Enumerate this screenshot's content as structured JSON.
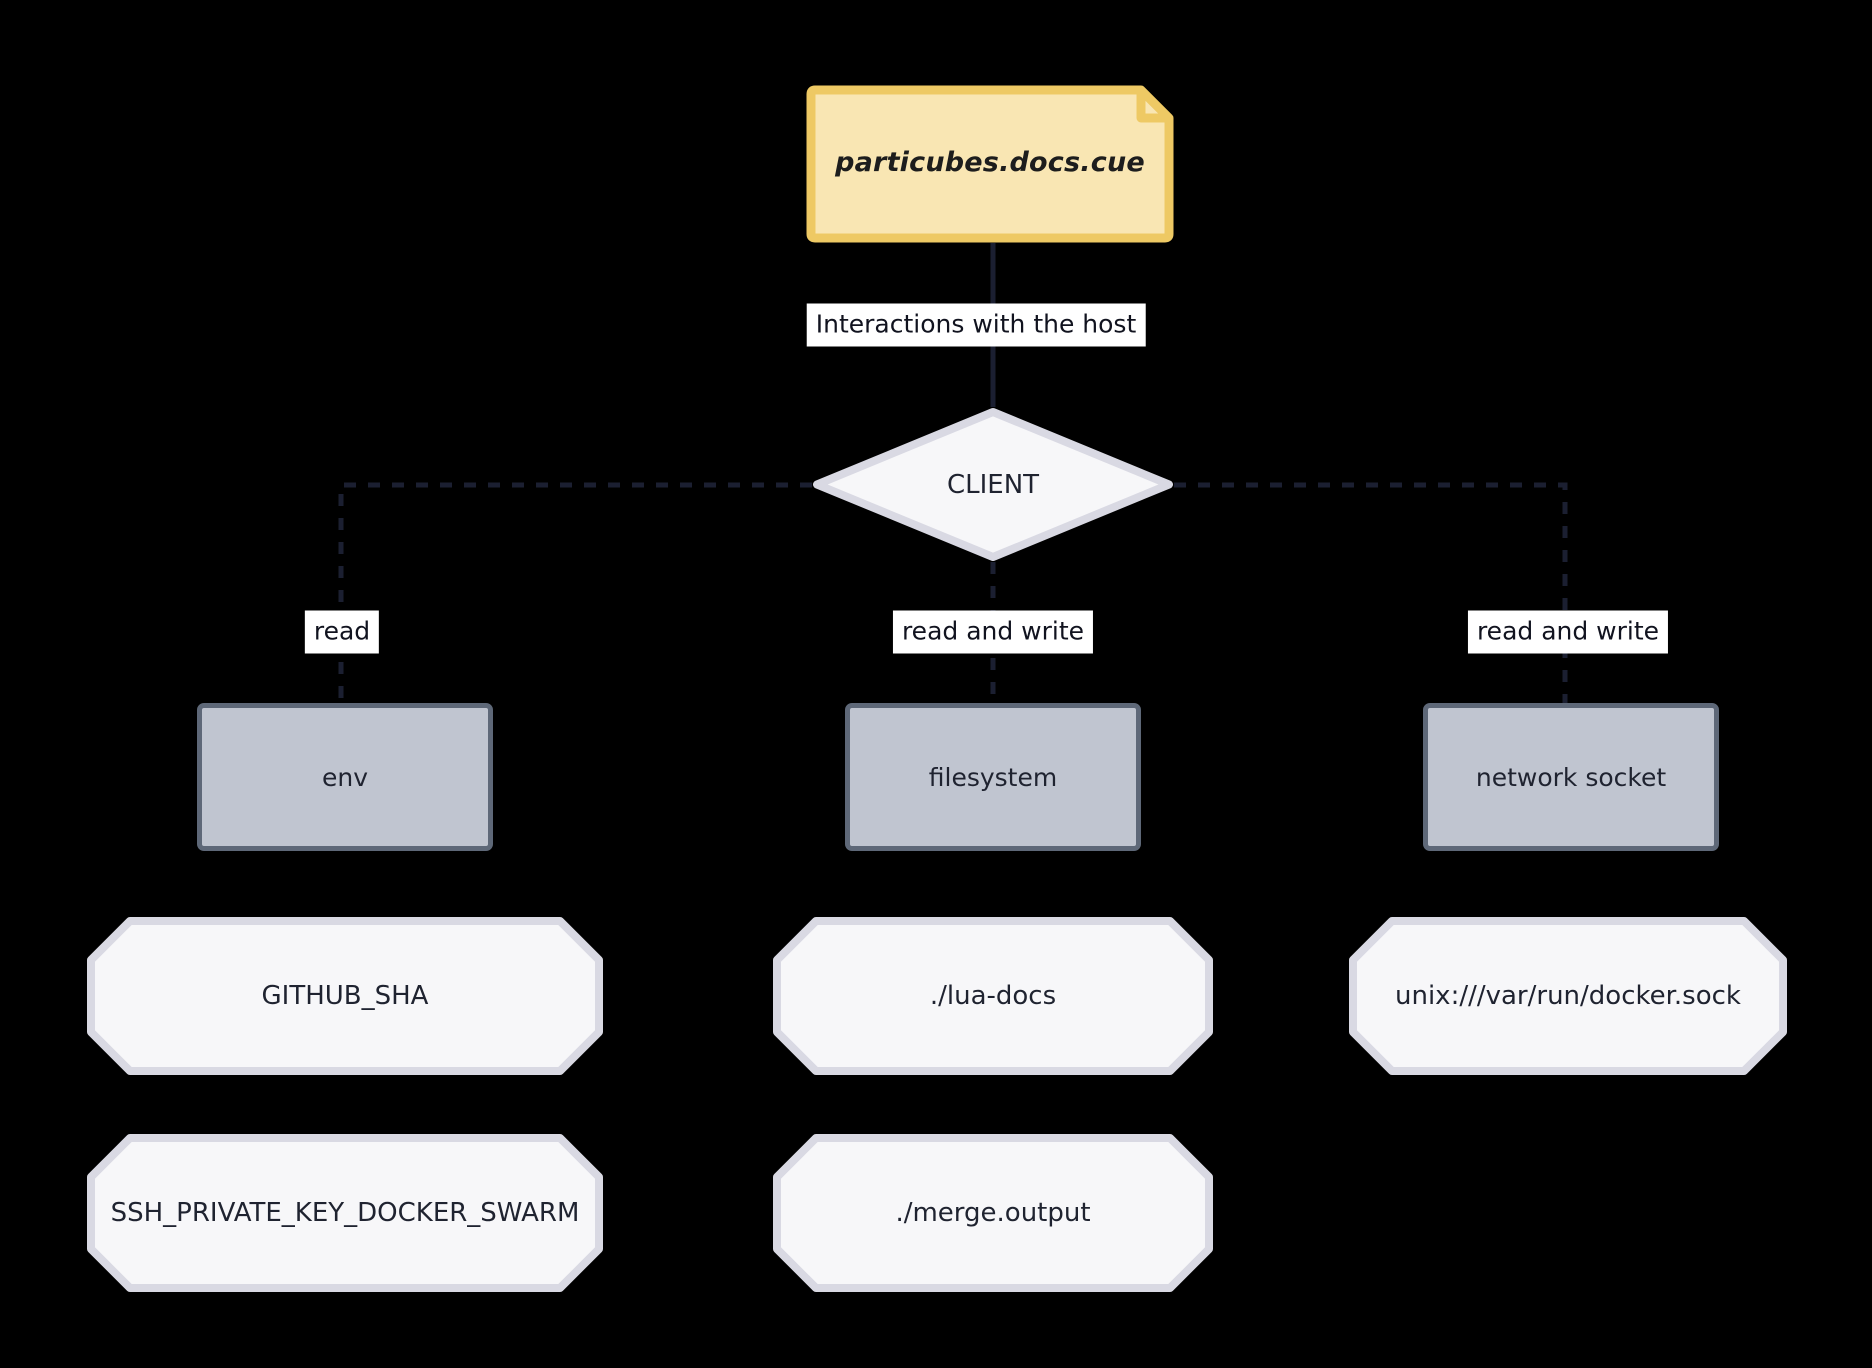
{
  "diagram": {
    "type": "flowchart",
    "title": "Interactions with the host",
    "background_color": "#000000",
    "colors": {
      "note_fill": "#f9e6b3",
      "note_border": "#eec964",
      "shape_fill": "#f7f7f9",
      "shape_border": "#d9d9e3",
      "rect_fill": "#c0c5d0",
      "rect_border": "#5e6878",
      "edge_stroke": "#1b1f31",
      "label_bg": "#ffffff",
      "text": "#1f2330"
    }
  },
  "nodes": {
    "note": {
      "label": "particubes.docs.cue",
      "shape": "note"
    },
    "client": {
      "label": "CLIENT",
      "shape": "diamond"
    },
    "env": {
      "label": "env",
      "shape": "rect"
    },
    "filesystem": {
      "label": "filesystem",
      "shape": "rect"
    },
    "network_socket": {
      "label": "network socket",
      "shape": "rect"
    },
    "github_sha": {
      "label": "GITHUB_SHA",
      "shape": "octagon"
    },
    "ssh_private_key": {
      "label": "SSH_PRIVATE_KEY_DOCKER_SWARM",
      "shape": "octagon"
    },
    "lua_docs": {
      "label": "./lua-docs",
      "shape": "octagon"
    },
    "merge_output": {
      "label": "./merge.output",
      "shape": "octagon"
    },
    "docker_sock": {
      "label": "unix:///var/run/docker.sock",
      "shape": "octagon"
    }
  },
  "edges": {
    "note_to_client": "Interactions with the host",
    "client_to_env": "read",
    "client_to_filesystem": "read and write",
    "client_to_network_socket": "read and write"
  }
}
